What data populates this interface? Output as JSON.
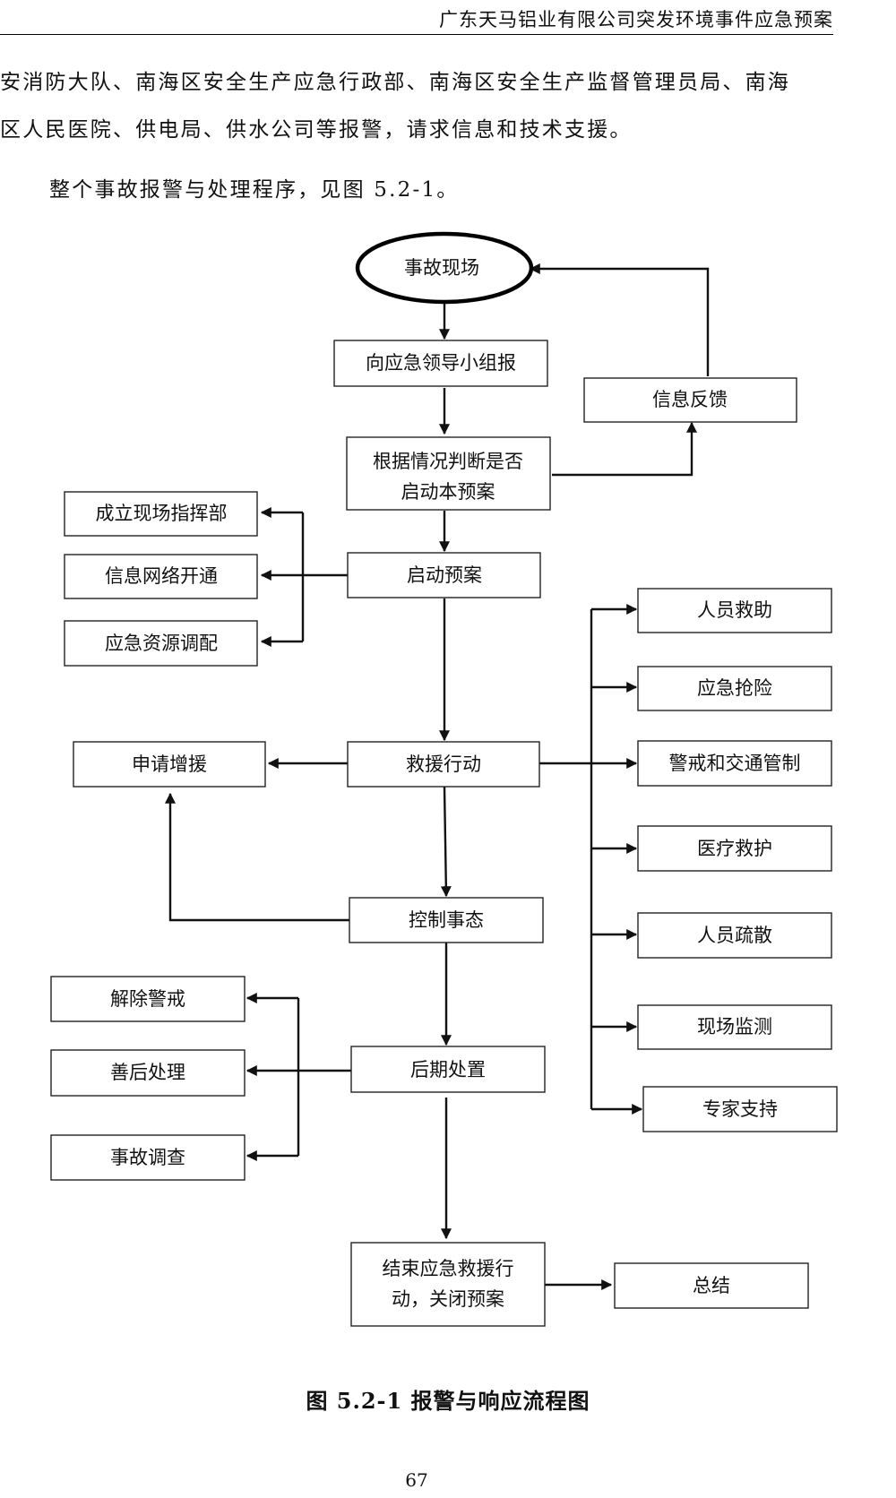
{
  "header": {
    "title": "广东天马铝业有限公司突发环境事件应急预案"
  },
  "body": {
    "line1": "安消防大队、南海区安全生产应急行政部、南海区安全生产监督管理员局、南海",
    "line2": "区人民医院、供电局、供水公司等报警，请求信息和技术支援。",
    "line3": "整个事故报警与处理程序，见图 5.2-1。"
  },
  "flowchart": {
    "accident_site": "事故现场",
    "report": "向应急领导小组报",
    "feedback": "信息反馈",
    "judge": [
      "根据情况判断是否",
      "启动本预案"
    ],
    "start_plan": "启动预案",
    "start_plan_branches": [
      "成立现场指挥部",
      "信息网络开通",
      "应急资源调配"
    ],
    "rescue": "救援行动",
    "request_aid": "申请增援",
    "rescue_branches": [
      "人员救助",
      "应急抢险",
      "警戒和交通管制",
      "医疗救护",
      "人员疏散",
      "现场监测",
      "专家支持"
    ],
    "control": "控制事态",
    "aftermath": "后期处置",
    "aftermath_branches": [
      "解除警戒",
      "善后处理",
      "事故调查"
    ],
    "end": [
      "结束应急救援行",
      "动，关闭预案"
    ],
    "summary": "总结"
  },
  "caption": "图 5.2-1  报警与响应流程图",
  "page_number": "67"
}
